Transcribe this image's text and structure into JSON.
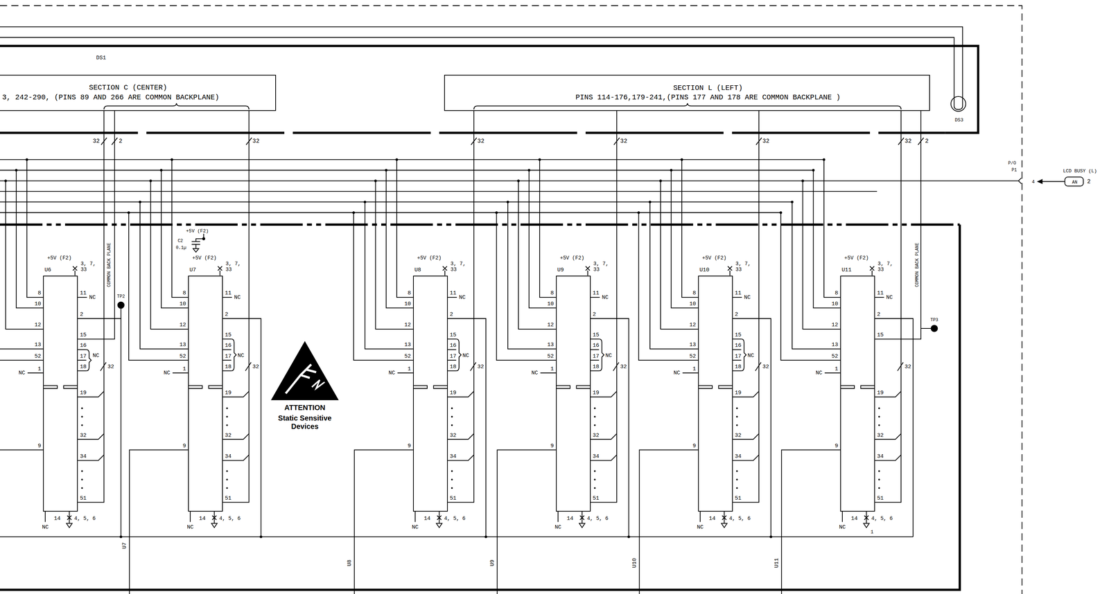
{
  "diagram": {
    "nodes": [
      {
        "text": [
          "SECTION C (CENTER)",
          "3, 242-290, (PINS 89 AND 266 ARE COMMON BACKPLANE)"
        ]
      },
      {
        "text": [
          "SECTION L (LEFT)",
          "PINS 114-176,179-241,(PINS 177 AND 178 ARE COMMON BACKPLANE )"
        ]
      },
      {
        "text": [
          "DS3"
        ]
      },
      {
        "text": [
          "U6"
        ]
      },
      {
        "text": [
          "U7"
        ]
      },
      {
        "text": [
          "U8"
        ]
      },
      {
        "text": [
          "U9"
        ]
      },
      {
        "text": [
          "U10"
        ]
      },
      {
        "text": [
          "U11"
        ]
      },
      {
        "text": [
          "AN"
        ]
      }
    ],
    "edges": [
      {
        "from": 3,
        "to": 0,
        "arrow": "none"
      },
      {
        "from": 4,
        "to": 0,
        "arrow": "none"
      },
      {
        "from": 5,
        "to": 1,
        "arrow": "none"
      },
      {
        "from": 6,
        "to": 1,
        "arrow": "none"
      },
      {
        "from": 7,
        "to": 1,
        "arrow": "none"
      },
      {
        "from": 8,
        "to": 1,
        "arrow": "none"
      },
      {
        "from": 3,
        "to": 0,
        "arrow": "none"
      },
      {
        "from": 8,
        "to": 1,
        "arrow": "none"
      }
    ],
    "labels": [
      "DS1",
      "32",
      "2",
      "32",
      "32",
      "32",
      "32",
      "32",
      "2",
      "COMMON BACK PLANE",
      "TP2",
      "C2",
      "0.1µ",
      "+5V (F2)",
      "ATTENTION",
      "Static Sensitive Devices",
      "COMMON BACK PLANE",
      "TP3",
      "P/O",
      "P1",
      "4",
      "LCD BUSY (L)",
      "2",
      "U7",
      "U8",
      "U9",
      "U10",
      "U11",
      "+5V (F2)",
      "3, 7, 33",
      "8",
      "10",
      "12",
      "13",
      "52",
      "1",
      "NC",
      "9",
      "11",
      "NC",
      "2",
      "15",
      "16",
      "17",
      "18",
      "NC",
      "19",
      "32",
      "34",
      "51",
      "NC",
      "14",
      "4, 5, 6",
      "32",
      "+5V (F2)",
      "3, 7, 33",
      "8",
      "10",
      "12",
      "13",
      "52",
      "1",
      "NC",
      "9",
      "11",
      "NC",
      "2",
      "15",
      "16",
      "17",
      "18",
      "NC",
      "19",
      "32",
      "34",
      "51",
      "NC",
      "14",
      "4, 5, 6",
      "32",
      "+5V (F2)",
      "3, 7, 33",
      "8",
      "10",
      "12",
      "13",
      "52",
      "1",
      "NC",
      "9",
      "11",
      "NC",
      "2",
      "15",
      "16",
      "17",
      "18",
      "NC",
      "19",
      "32",
      "34",
      "51",
      "NC",
      "14",
      "4, 5, 6",
      "32",
      "+5V (F2)",
      "3, 7, 33",
      "8",
      "10",
      "12",
      "13",
      "52",
      "1",
      "NC",
      "9",
      "11",
      "NC",
      "2",
      "15",
      "16",
      "17",
      "18",
      "NC",
      "19",
      "32",
      "34",
      "51",
      "NC",
      "14",
      "4, 5, 6",
      "32",
      "+5V (F2)",
      "3, 7, 33",
      "8",
      "10",
      "12",
      "13",
      "52",
      "1",
      "NC",
      "9",
      "11",
      "NC",
      "2",
      "15",
      "16",
      "17",
      "18",
      "NC",
      "19",
      "32",
      "34",
      "51",
      "NC",
      "14",
      "4, 5, 6",
      "32",
      "+5V (F2)",
      "3, 7, 33",
      "8",
      "10",
      "12",
      "13",
      "52",
      "1",
      "NC",
      "9",
      "11",
      "NC",
      "2",
      "15",
      "19",
      "32",
      "34",
      "51",
      "NC",
      "14",
      "4, 5, 6",
      "32",
      "1"
    ]
  }
}
